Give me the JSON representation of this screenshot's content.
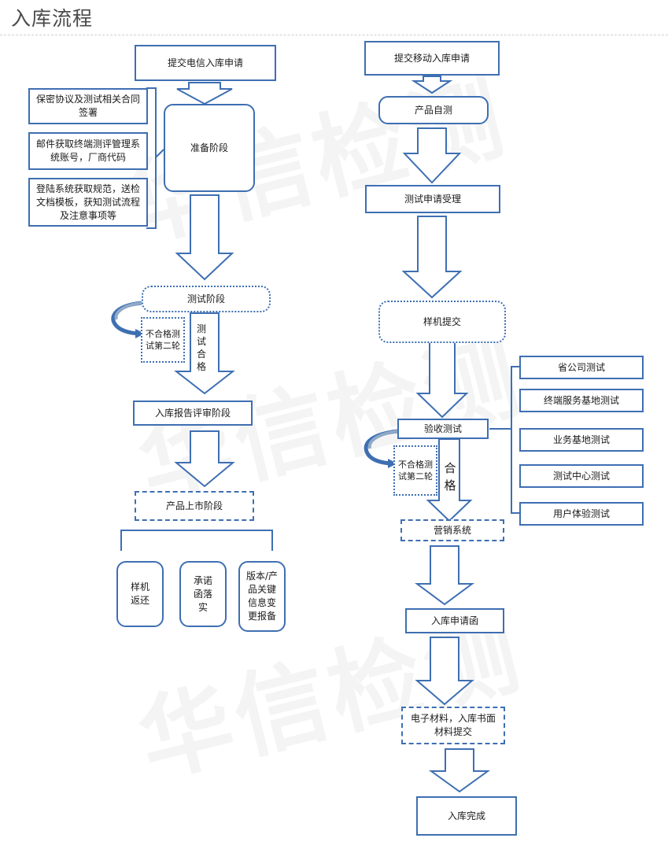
{
  "title": "入库流程",
  "watermark": "华信检测",
  "left": {
    "submit": "提交电信入库申请",
    "prep_items": [
      "保密协议及测试相关合同签署",
      "邮件获取终端测评管理系统账号，厂商代码",
      "登陆系统获取规范，送检文档模板，获知测试流程及注意事项等"
    ],
    "prep": "准备阶段",
    "test": "测试阶段",
    "fail": "不合格测试第二轮",
    "pass": "测试合格",
    "report": "入库报告评审阶段",
    "market": "产品上市阶段",
    "outcomes": [
      "样机返还",
      "承诺函落实",
      "版本/产品关键信息变更报备"
    ]
  },
  "right": {
    "submit": "提交移动入库申请",
    "self_test": "产品自测",
    "accept": "测试申请受理",
    "sample": "样机提交",
    "acceptance": "验收测试",
    "fail": "不合格测试第二轮",
    "pass": "合格",
    "tests": [
      "省公司测试",
      "终端服务基地测试",
      "业务基地测试",
      "测试中心测试",
      "用户体验测试"
    ],
    "marketing": "营销系统",
    "letter": "入库申请函",
    "materials": "电子材料，入库书面材料提交",
    "done": "入库完成"
  }
}
